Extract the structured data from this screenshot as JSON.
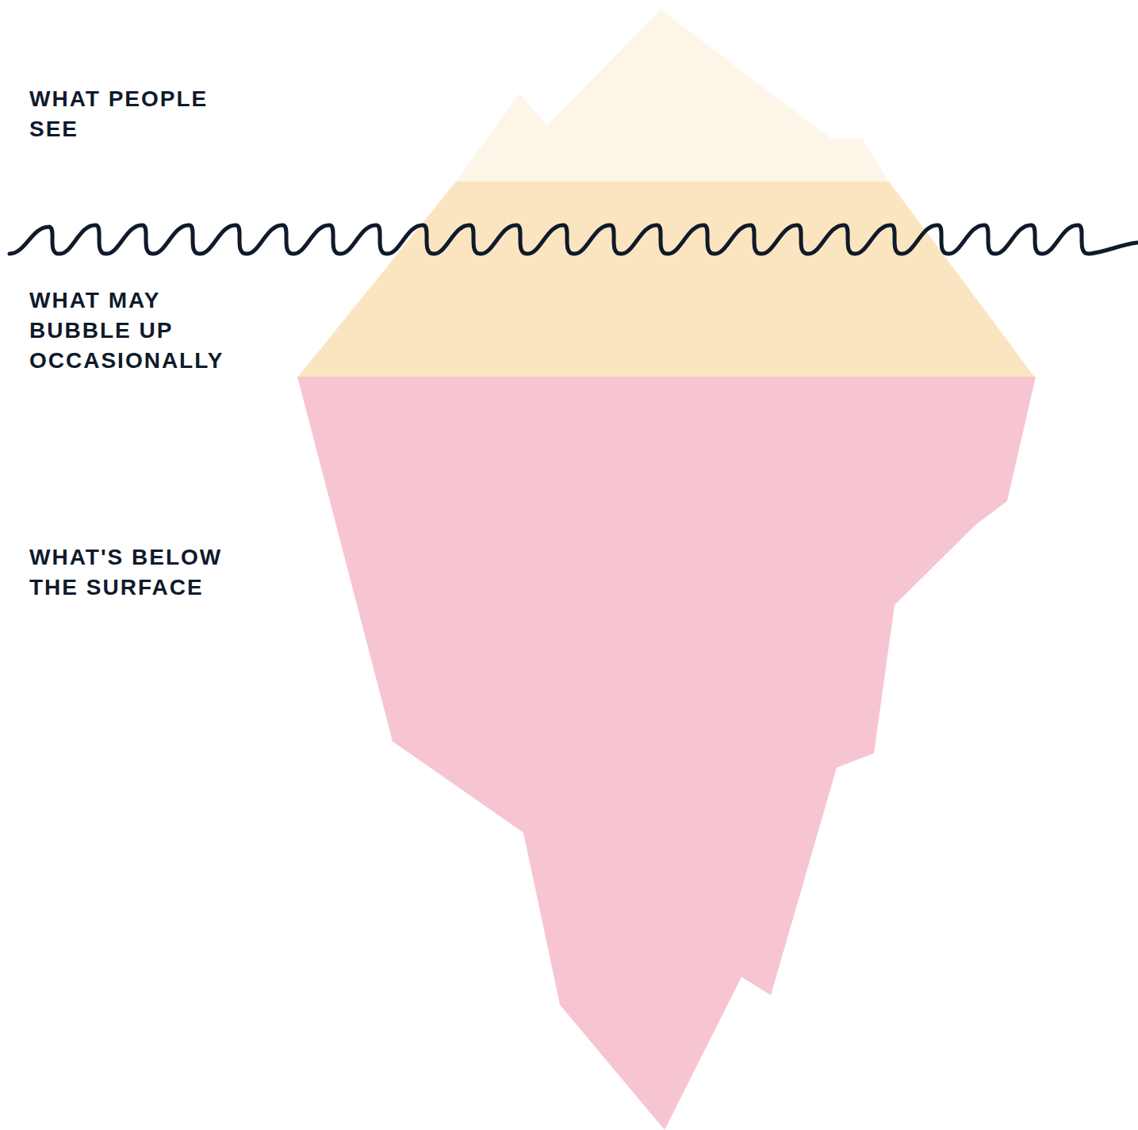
{
  "diagram": {
    "labels": [
      "WHAT PEOPLE SEE",
      "WHAT MAY BUBBLE UP OCCASIONALLY",
      "WHAT'S BELOW THE SURFACE"
    ]
  }
}
